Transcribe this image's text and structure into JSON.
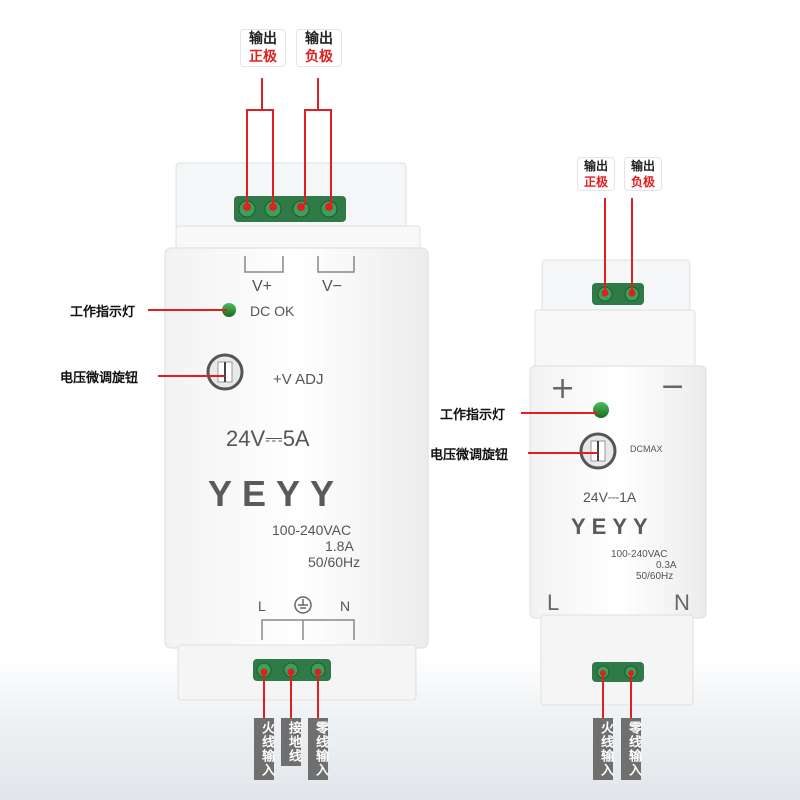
{
  "big": {
    "top_left_label": [
      "输出",
      "正极"
    ],
    "top_right_label": [
      "输出",
      "负极"
    ],
    "terminal_left": "V+",
    "terminal_right": "V−",
    "indicator_text": "DC OK",
    "adjust_text": "+V ADJ",
    "rating": "24V⎓5A",
    "brand": "YEYY",
    "spec_voltage": "100-240VAC",
    "spec_current": "1.8A",
    "spec_freq": "50/60Hz",
    "bottom_L": "L",
    "bottom_N": "N",
    "side_indicator": "工作指示灯",
    "side_knob": "电压微调旋钮",
    "bottom_tags": [
      "火线输入",
      "接地线",
      "零线输入"
    ]
  },
  "small": {
    "top_left_label": [
      "输出",
      "正极"
    ],
    "top_right_label": [
      "输出",
      "负极"
    ],
    "plus": "+",
    "minus": "−",
    "knob_text": "DCMAX",
    "rating": "24V⎓1A",
    "brand": "YEYY",
    "spec_voltage": "100-240VAC",
    "spec_current": "0.3A",
    "spec_freq": "50/60Hz",
    "bottom_L": "L",
    "bottom_N": "N",
    "side_indicator": "工作指示灯",
    "side_knob": "电压微调旋钮",
    "bottom_tags": [
      "火线输入",
      "零线输入"
    ]
  },
  "colors": {
    "accent_red": "#e02020",
    "led_green": "#1e8c2a",
    "terminal_green": "#3aa05a",
    "label_bg_gray": "#6f6f6f"
  }
}
